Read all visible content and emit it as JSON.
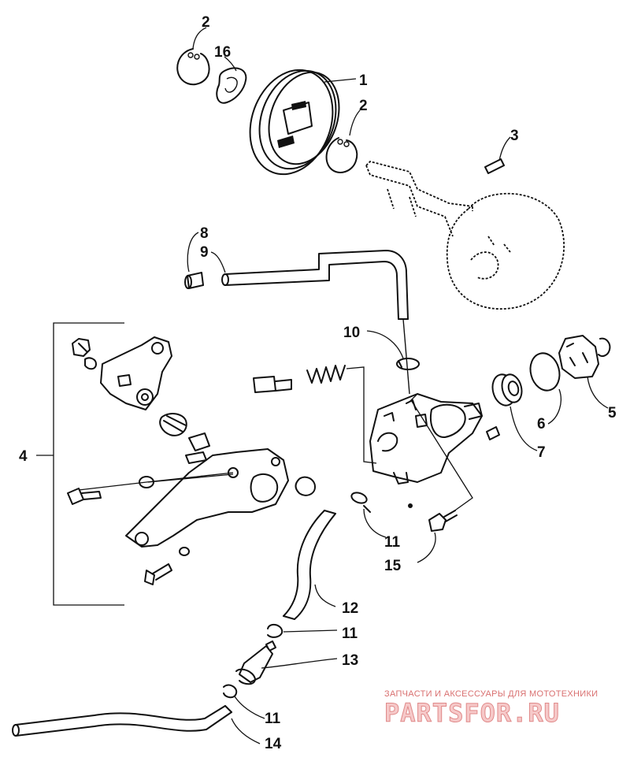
{
  "callouts": [
    {
      "id": "c2a",
      "text": "2"
    },
    {
      "id": "c16",
      "text": "16"
    },
    {
      "id": "c1",
      "text": "1"
    },
    {
      "id": "c2b",
      "text": "2"
    },
    {
      "id": "c3",
      "text": "3"
    },
    {
      "id": "c8",
      "text": "8"
    },
    {
      "id": "c9",
      "text": "9"
    },
    {
      "id": "c10",
      "text": "10"
    },
    {
      "id": "c4",
      "text": "4"
    },
    {
      "id": "c5",
      "text": "5"
    },
    {
      "id": "c6",
      "text": "6"
    },
    {
      "id": "c7",
      "text": "7"
    },
    {
      "id": "c11a",
      "text": "11"
    },
    {
      "id": "c15",
      "text": "15"
    },
    {
      "id": "c12",
      "text": "12"
    },
    {
      "id": "c11b",
      "text": "11"
    },
    {
      "id": "c13",
      "text": "13"
    },
    {
      "id": "c11c",
      "text": "11"
    },
    {
      "id": "c14",
      "text": "14"
    }
  ],
  "watermark": {
    "tagline": "ЗАПЧАСТИ И АКСЕССУАРЫ ДЛЯ МОТОТЕХНИКИ",
    "logo": "PARTSFOR.RU"
  },
  "colors": {
    "ink": "#111111",
    "watermark": "#e08a8a",
    "background": "#ffffff"
  }
}
